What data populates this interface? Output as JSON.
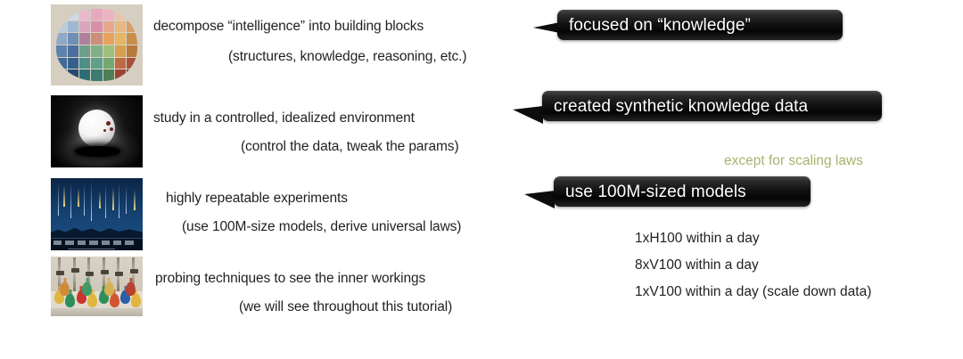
{
  "slide": {
    "rows": [
      {
        "thumbnail": "brain-blocks-image",
        "line1": "decompose “intelligence” into building blocks",
        "line2": "(structures, knowledge, reasoning, etc.)",
        "callout": "focused on “knowledge”"
      },
      {
        "thumbnail": "white-sphere-image",
        "line1": "study in a controlled, idealized environment",
        "line2": "(control the data, tweak the params)",
        "callout": "created synthetic knowledge data"
      },
      {
        "thumbnail": "meteor-shower-image",
        "line1": "highly repeatable experiments",
        "line2": "(use 100M-size models, derive universal laws)",
        "callout": "use 100M-sized models"
      },
      {
        "thumbnail": "lab-flasks-image",
        "line1": "probing techniques to see the inner workings",
        "line2": "(we will see throughout this tutorial)",
        "callout": null
      }
    ],
    "notes": {
      "exception": "except for scaling laws",
      "hardware": [
        "1xH100 within a day",
        "8xV100 within a day",
        "1xV100 within a day (scale down data)"
      ]
    },
    "colors": {
      "text": "#231f20",
      "callout_background": "#0d0d0d",
      "callout_text": "#ffffff",
      "note_olive": "#a8b270",
      "page_background": "#ffffff"
    }
  }
}
